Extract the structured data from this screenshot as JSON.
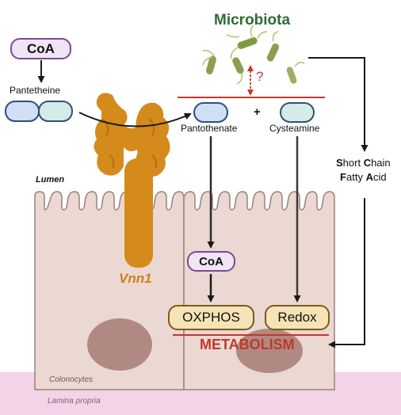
{
  "labels": {
    "microbiota": "Microbiota",
    "coa_top": "CoA",
    "pantetheine": "Pantetheine",
    "pantothenate": "Pantothenate",
    "plus": "+",
    "cysteamine": "Cysteamine",
    "question_mark": "?",
    "scfa_line1_initial": "S",
    "scfa_line1_word1": "hort ",
    "scfa_line1_initial2": "C",
    "scfa_line1_word2": "hain",
    "scfa_line2_initial": "F",
    "scfa_line2_word1": "atty ",
    "scfa_line2_initial2": "A",
    "scfa_line2_word2": "cid",
    "lumen": "Lumen",
    "vnn1": "Vnn1",
    "coa_mid": "CoA",
    "oxphos": "OXPHOS",
    "redox": "Redox",
    "metabolism": "METABOLISM",
    "colonocytes": "Colonocytes",
    "lamina_propria": "Lamina propria"
  },
  "colors": {
    "coa_fill": "#efe5f4",
    "coa_border": "#7b4a94",
    "pantothenate_fill": "#cfe0f3",
    "cysteamine_fill": "#d5ece6",
    "cell_fill": "#ecd8d2",
    "nucleus_fill": "#b08a82",
    "lamina_fill": "#f3d3e7",
    "vnn1_fill": "#d58a1c",
    "metabolism_red": "#c0392b",
    "microbiota_green": "#2f6b33",
    "product_box_fill": "#f6e3b6"
  }
}
